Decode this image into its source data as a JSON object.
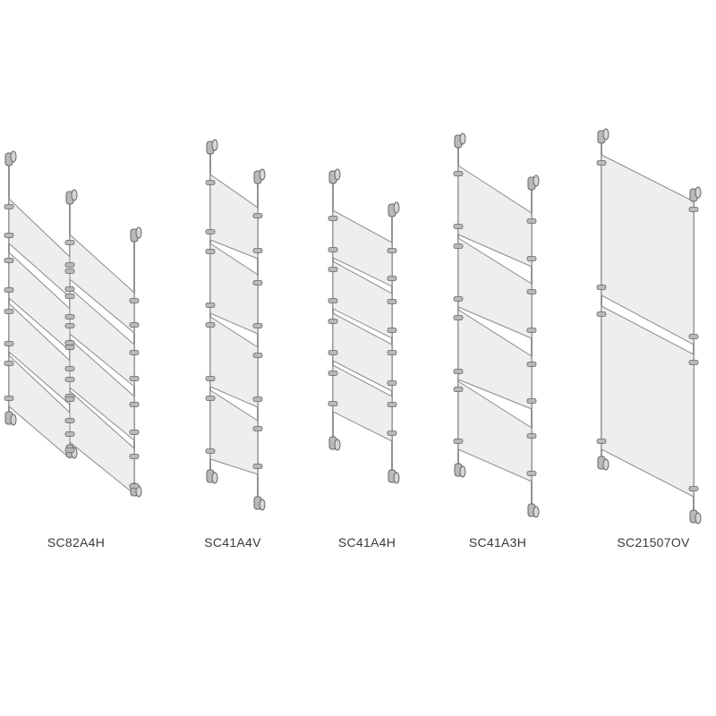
{
  "products": [
    {
      "code": "SC82A4H"
    },
    {
      "code": "SC41A4V"
    },
    {
      "code": "SC41A4H"
    },
    {
      "code": "SC41A3H"
    },
    {
      "code": "SC21507OV"
    }
  ],
  "colors": {
    "panel_fill": "#eeeeee",
    "panel_edge": "#8a8a8a",
    "cable": "#777777",
    "fitting": "#b9b9b9",
    "fitting_edge": "#666666",
    "label_text": "#3a3a3a"
  }
}
